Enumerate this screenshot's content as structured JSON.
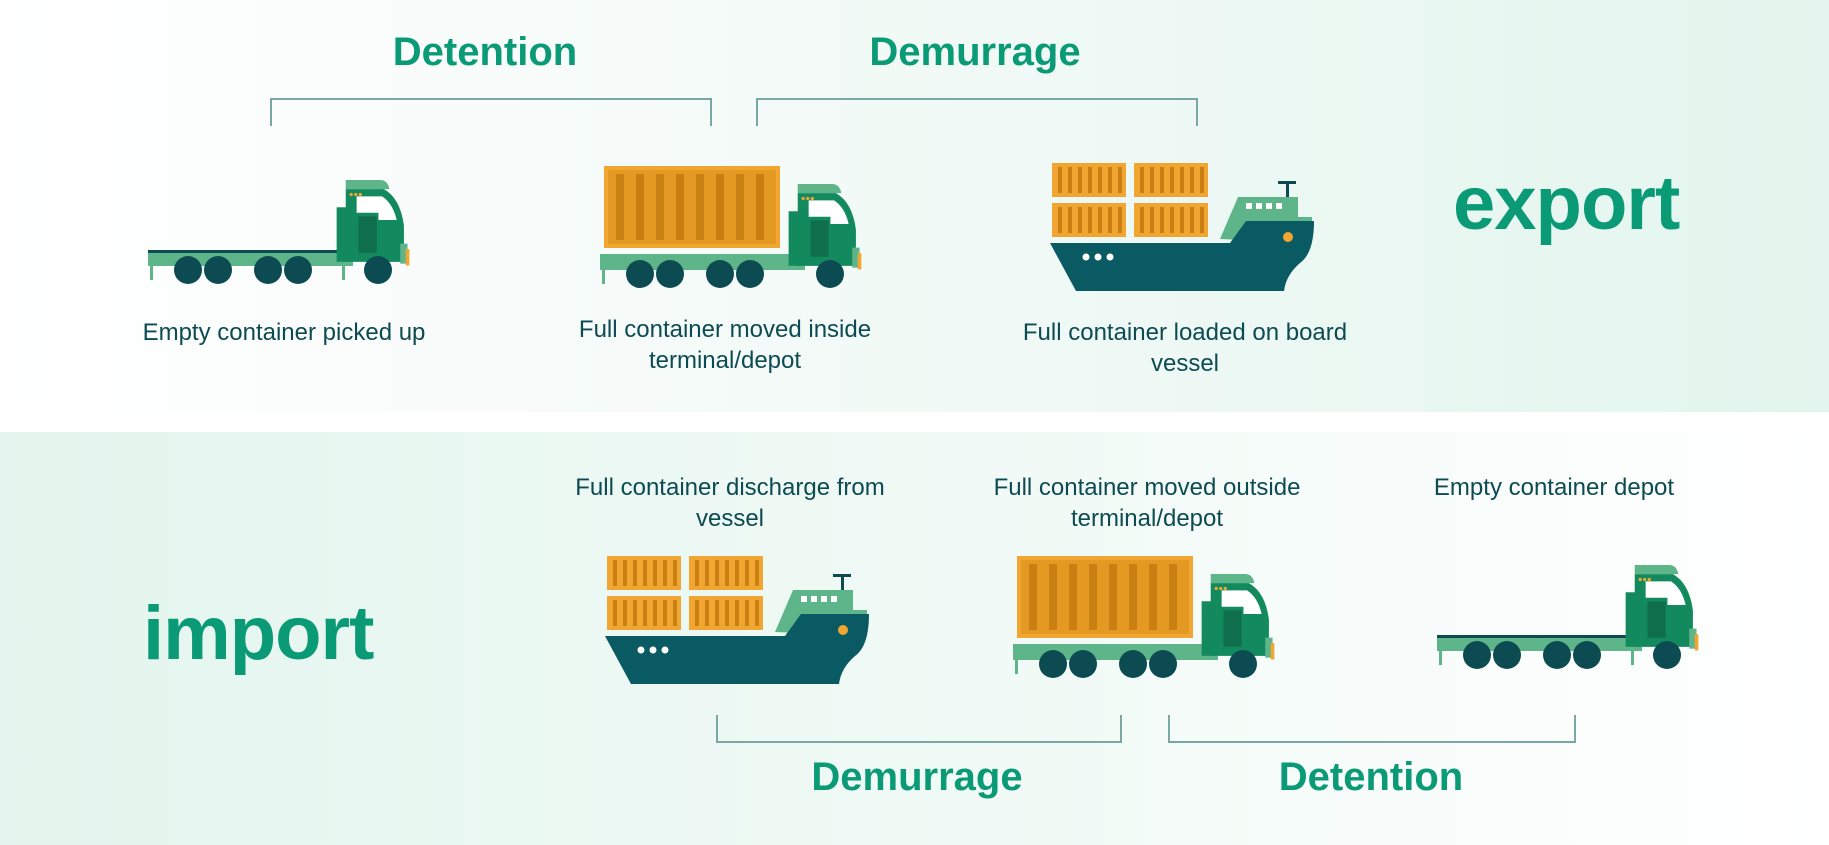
{
  "export": {
    "title": "export",
    "brackets": {
      "left_label": "Detention",
      "right_label": "Demurrage"
    },
    "steps": [
      {
        "caption": "Empty container picked up",
        "icon": "empty-truck-icon"
      },
      {
        "caption": "Full container moved inside terminal/depot",
        "icon": "container-truck-icon"
      },
      {
        "caption": "Full container loaded on board vessel",
        "icon": "container-ship-icon"
      }
    ]
  },
  "import": {
    "title": "import",
    "brackets": {
      "left_label": "Demurrage",
      "right_label": "Detention"
    },
    "steps": [
      {
        "caption": "Full container discharge from vessel",
        "icon": "container-ship-icon"
      },
      {
        "caption": "Full container moved outside terminal/depot",
        "icon": "container-truck-icon"
      },
      {
        "caption": "Empty container depot",
        "icon": "empty-truck-icon"
      }
    ]
  },
  "colors": {
    "accent": "#0a9b76",
    "dark_teal": "#0d4b52",
    "cab_green": "#138a5d",
    "trailer_green": "#5fb58a",
    "container_orange": "#f0a630",
    "hull": "#0a5a63",
    "bracket": "#7aa9a4"
  }
}
